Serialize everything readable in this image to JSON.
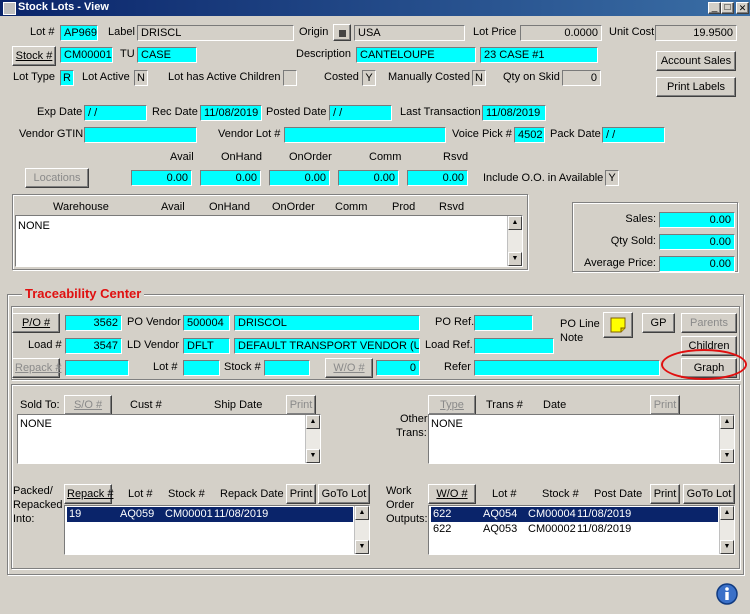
{
  "window": {
    "title": "Stock Lots - View",
    "controls": {
      "minimize": "_",
      "maximize": "□",
      "close": "✕"
    }
  },
  "header": {
    "lot_label": "Lot #",
    "lot_value": "AP969",
    "label_label": "Label",
    "label_value": "DRISCL",
    "origin_label": "Origin",
    "origin_value": "USA",
    "lot_price_label": "Lot Price",
    "lot_price_value": "0.0000",
    "unit_cost_label": "Unit Cost",
    "unit_cost_value": "19.9500",
    "stock_button": "Stock #",
    "stock_value": "CM00001",
    "tu_label": "TU",
    "tu_value": "CASE",
    "description_label": "Description",
    "description_value": "CANTELOUPE",
    "description_value2": "23 CASE #1",
    "account_sales_button": "Account Sales",
    "lot_type_label": "Lot Type",
    "lot_type_value": "R",
    "lot_active_label": "Lot Active",
    "lot_active_value": "N",
    "active_children_label": "Lot has Active Children",
    "active_children_value": "",
    "costed_label": "Costed",
    "costed_value": "Y",
    "manually_costed_label": "Manually Costed",
    "manually_costed_value": "N",
    "qty_on_skid_label": "Qty on Skid",
    "qty_on_skid_value": "0",
    "print_labels_button": "Print Labels",
    "exp_date_label": "Exp Date",
    "exp_date_value": " /  /",
    "rec_date_label": "Rec Date",
    "rec_date_value": "11/08/2019",
    "posted_date_label": "Posted Date",
    "posted_date_value": " /  /",
    "last_transaction_label": "Last Transaction",
    "last_transaction_value": "11/08/2019",
    "vendor_gtin_label": "Vendor GTIN",
    "vendor_gtin_value": "",
    "vendor_lot_label": "Vendor Lot #",
    "vendor_lot_value": "",
    "voice_pick_label": "Voice Pick #",
    "voice_pick_value": "4502",
    "pack_date_label": "Pack Date",
    "pack_date_value": " /  /"
  },
  "quantities": {
    "headers": [
      "Avail",
      "OnHand",
      "OnOrder",
      "Comm",
      "Rsvd"
    ],
    "values": [
      "0.00",
      "0.00",
      "0.00",
      "0.00",
      "0.00"
    ],
    "locations_button": "Locations",
    "include_oo_label": "Include O.O. in Available",
    "include_oo_value": "Y"
  },
  "warehouse": {
    "headers": [
      "Warehouse",
      "Avail",
      "OnHand",
      "OnOrder",
      "Comm",
      "Prod",
      "Rsvd"
    ],
    "rows": [
      "NONE"
    ]
  },
  "sales": {
    "sales_label": "Sales:",
    "sales_value": "0.00",
    "qty_sold_label": "Qty Sold:",
    "qty_sold_value": "0.00",
    "avg_price_label": "Average Price:",
    "avg_price_value": "0.00"
  },
  "trace": {
    "title": "Traceability Center",
    "po_button": "P/O #",
    "po_value": "3562",
    "po_vendor_label": "PO Vendor",
    "po_vendor_code": "500004",
    "po_vendor_name": "DRISCOL",
    "po_ref_label": "PO Ref.",
    "po_ref_value": "",
    "po_line_note_label1": "PO Line",
    "po_line_note_label2": "Note",
    "gp_button": "GP",
    "parents_button": "Parents",
    "load_label": "Load #",
    "load_value": "3547",
    "ld_vendor_label": "LD Vendor",
    "ld_vendor_code": "DFLT",
    "ld_vendor_name": "DEFAULT TRANSPORT VENDOR (USD",
    "load_ref_label": "Load Ref.",
    "load_ref_value": "",
    "children_button": "Children",
    "repack_button": "Repack #",
    "repack_value": "",
    "lot_label": "Lot #",
    "lot_value": "",
    "stock_label": "Stock #",
    "stock_value": "",
    "wo_button": "W/O #",
    "wo_value": "0",
    "refer_label": "Refer",
    "refer_value": "",
    "graph_button": "Graph"
  },
  "sold_to": {
    "label": "Sold To:",
    "so_button": "S/O #",
    "cust_header": "Cust #",
    "ship_date_header": "Ship Date",
    "print_button": "Print",
    "rows": [
      "NONE"
    ]
  },
  "other_trans": {
    "label1": "Other",
    "label2": "Trans:",
    "type_button": "Type",
    "trans_header": "Trans #",
    "date_header": "Date",
    "print_button": "Print",
    "rows": [
      "NONE"
    ]
  },
  "packed": {
    "label1": "Packed/",
    "label2": "Repacked",
    "label3": "Into:",
    "repack_button": "Repack #",
    "lot_header": "Lot #",
    "stock_header": "Stock #",
    "repack_date_header": "Repack Date",
    "print_button": "Print",
    "goto_button": "GoTo Lot",
    "rows": [
      {
        "repack": "19",
        "lot": "AQ059",
        "stock": "CM00001",
        "date": "11/08/2019"
      }
    ]
  },
  "work_order": {
    "label1": "Work",
    "label2": "Order",
    "label3": "Outputs:",
    "wo_button": "W/O #",
    "lot_header": "Lot #",
    "stock_header": "Stock #",
    "post_date_header": "Post Date",
    "print_button": "Print",
    "goto_button": "GoTo Lot",
    "rows": [
      {
        "wo": "622",
        "lot": "AQ054",
        "stock": "CM00004",
        "date": "11/08/2019"
      },
      {
        "wo": "622",
        "lot": "AQ053",
        "stock": "CM00002",
        "date": "11/08/2019"
      }
    ]
  },
  "colors": {
    "field_cyan": "#00ffff",
    "title_bar": "#0a246a",
    "trace_red": "#e01010",
    "highlight": "#0a246a"
  }
}
